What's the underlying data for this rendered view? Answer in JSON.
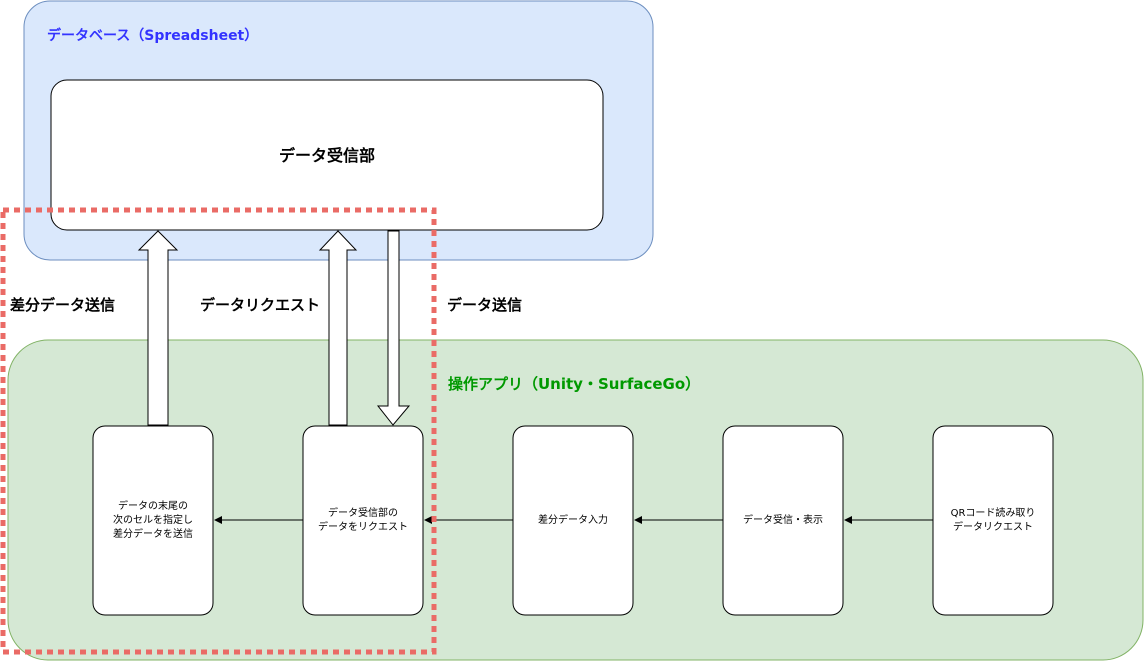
{
  "database": {
    "title": "データベース（Spreadsheet）",
    "receiver_label": "データ受信部"
  },
  "app": {
    "title": "操作アプリ（Unity・SurfaceGo）",
    "boxes": [
      {
        "lines": [
          "データの末尾の",
          "次のセルを指定し",
          "差分データを送信"
        ]
      },
      {
        "lines": [
          "データ受信部の",
          "データをリクエスト"
        ]
      },
      {
        "lines": [
          "差分データ入力"
        ]
      },
      {
        "lines": [
          "データ受信・表示"
        ]
      },
      {
        "lines": [
          "QRコード読み取り",
          "データリクエスト"
        ]
      }
    ]
  },
  "connectors": {
    "send_diff": "差分データ送信",
    "request": "データリクエスト",
    "send_data": "データ送信"
  },
  "colors": {
    "db_fill": "#dae8fc",
    "db_stroke": "#6c8ebf",
    "db_title": "#3333ff",
    "app_fill": "#d5e8d4",
    "app_stroke": "#82b366",
    "app_title": "#009900",
    "highlight": "#ea6b66"
  }
}
